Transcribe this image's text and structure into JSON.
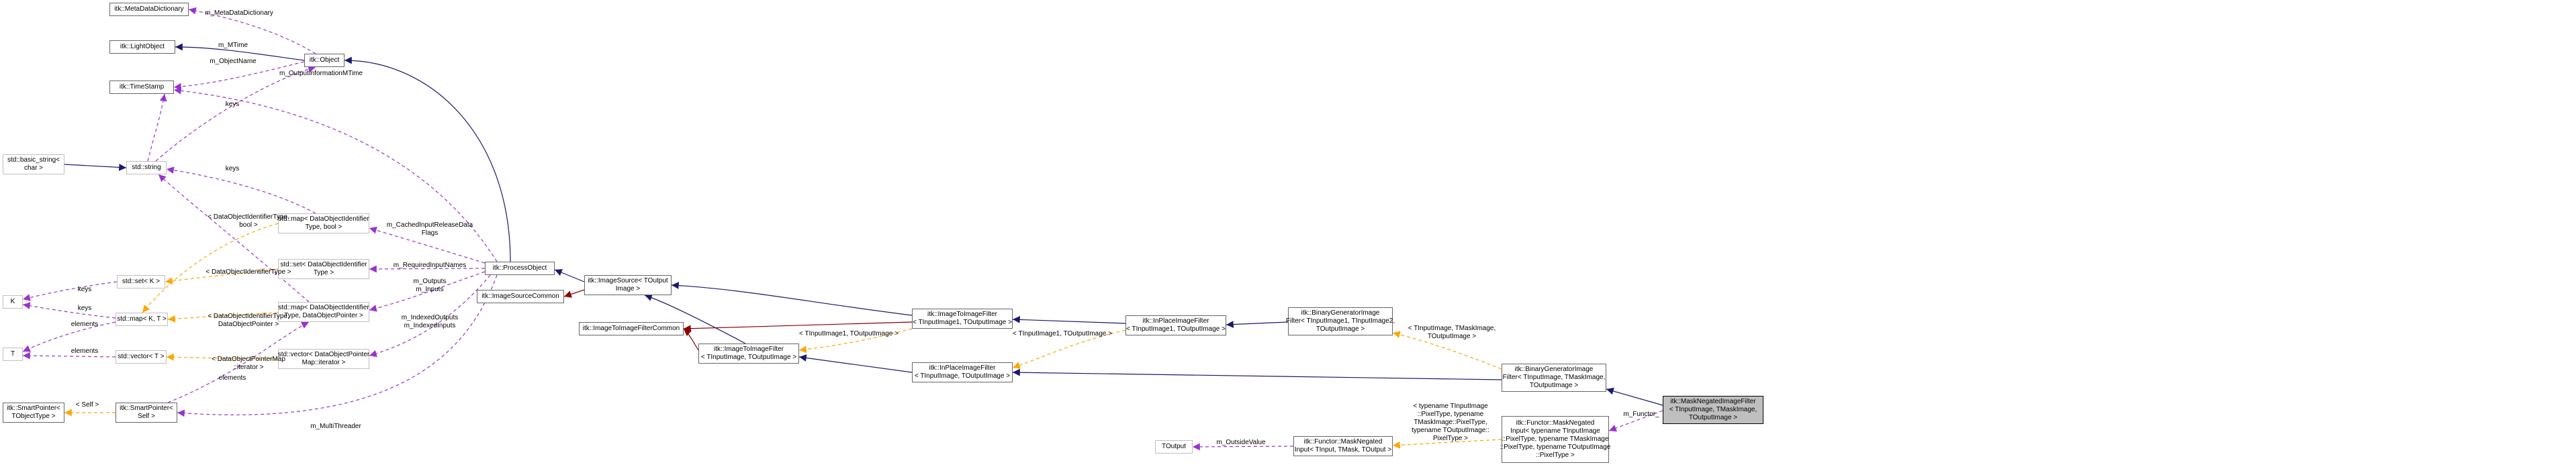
{
  "colors": {
    "inherit_public": "#191970",
    "inherit_protected": "#8b0000",
    "usage": "#9a32cd",
    "template": "#ffa500",
    "node_border": "#666666",
    "node_light_border": "#bfbfbf",
    "focus_fill": "#bfbfbf"
  },
  "nodes": {
    "meta_data_dictionary": [
      "itk::MetaDataDictionary"
    ],
    "light_object": [
      "itk::LightObject"
    ],
    "time_stamp": [
      "itk::TimeStamp"
    ],
    "object": [
      "itk::Object"
    ],
    "basic_string": [
      "std::basic_string<",
      "char >"
    ],
    "std_string": [
      "std::string"
    ],
    "map_identifier_bool": [
      "std::map< DataObjectIdentifier",
      "Type, bool >"
    ],
    "set_identifier": [
      "std::set< DataObjectIdentifier",
      "Type >"
    ],
    "map_identifier_pointer": [
      "std::map< DataObjectIdentifier",
      "Type, DataObjectPointer >"
    ],
    "vector_pointer_iterator": [
      "std::vector< DataObjectPointer",
      "Map::iterator >"
    ],
    "set_k": [
      "std::set< K >"
    ],
    "map_k_t": [
      "std::map< K, T >"
    ],
    "vector_t": [
      "std::vector< T >"
    ],
    "k": [
      "K"
    ],
    "t": [
      "T"
    ],
    "smart_pointer_toutput": [
      "itk::SmartPointer<",
      "TObjectType >"
    ],
    "smart_pointer_self": [
      "itk::SmartPointer<",
      "Self >"
    ],
    "process_object": [
      "itk::ProcessObject"
    ],
    "image_source_common": [
      "itk::ImageSourceCommon"
    ],
    "image_source": [
      "itk::ImageSource< TOutput",
      "Image >"
    ],
    "image_to_image_filter_common": [
      "itk::ImageToImageFilterCommon"
    ],
    "image_to_image_filter_tin": [
      "itk::ImageToImageFilter",
      "< TInputImage, TOutputImage >"
    ],
    "image_to_image_filter_tin1": [
      "itk::ImageToImageFilter",
      "< TInputImage1, TOutputImage >"
    ],
    "in_place_filter_tin": [
      "itk::InPlaceImageFilter",
      "< TInputImage, TOutputImage >"
    ],
    "in_place_filter_tin1": [
      "itk::InPlaceImageFilter",
      "< TInputImage1, TOutputImage >"
    ],
    "binary_generator_template": [
      "itk::BinaryGeneratorImage",
      "Filter< TInputImage1, TInputImage2,",
      "TOutputImage >"
    ],
    "binary_generator": [
      "itk::BinaryGeneratorImage",
      "Filter< TInputImage, TMaskImage,",
      "TOutputImage >"
    ],
    "mask_negated_filter": [
      "itk::MaskNegatedImageFilter",
      "< TInputImage, TMaskImage,",
      "TOutputImage >"
    ],
    "toutput": [
      "TOutput"
    ],
    "functor_template": [
      "itk::Functor::MaskNegated",
      "Input< TInput, TMask, TOutput >"
    ],
    "functor": [
      "itk::Functor::MaskNegated",
      "Input< typename TInputImage",
      "::PixelType, typename TMaskImage",
      "::PixelType, typename TOutputImage",
      "::PixelType >"
    ]
  },
  "edge_labels": {
    "m_meta_data_dictionary": [
      "m_MetaDataDictionary"
    ],
    "m_mtime": [
      "m_MTime"
    ],
    "m_object_name": [
      "m_ObjectName"
    ],
    "m_output_information_mtime": [
      "m_OutputInformationMTime"
    ],
    "keys_map_bool": [
      "keys"
    ],
    "keys_map_pointer": [
      "keys"
    ],
    "keys_set_k": [
      "keys"
    ],
    "keys_map_k": [
      "keys"
    ],
    "elements_map_t": [
      "elements"
    ],
    "elements_vector_t": [
      "elements"
    ],
    "elements_smart_self": [
      "elements"
    ],
    "m_cached_input_release": [
      "m_CachedInputReleaseData",
      "Flags"
    ],
    "m_required_input_names": [
      "m_RequiredInputNames"
    ],
    "m_outputs_inputs": [
      "m_Outputs",
      "m_Inputs"
    ],
    "m_indexed_outputs_inputs": [
      "m_IndexedOutputs",
      "m_IndexedInputs"
    ],
    "m_multi_threader": [
      "m_MultiThreader"
    ],
    "tmpl_bool": [
      "< DataObjectIdentifierType,",
      "bool >"
    ],
    "tmpl_identifier_type": [
      "< DataObjectIdentifierType >"
    ],
    "tmpl_pointer": [
      "< DataObjectIdentifierType,",
      "DataObjectPointer >"
    ],
    "tmpl_pointer_map_iter": [
      "< DataObjectPointerMap",
      "::iterator >"
    ],
    "tmpl_self": [
      "< Self >"
    ],
    "tmpl_tin1_tout_a": [
      "< TInputImage1, TOutputImage >"
    ],
    "tmpl_tin1_tout_b": [
      "< TInputImage1, TOutputImage >"
    ],
    "tmpl_binary": [
      "< TInputImage, TMaskImage,",
      "TOutputImage >"
    ],
    "m_outside_value": [
      "m_OutsideValue"
    ],
    "tmpl_functor": [
      "< typename TInputImage",
      "::PixelType, typename",
      "TMaskImage::PixelType,",
      "typename TOutputImage::",
      "PixelType >"
    ],
    "m_functor": [
      "m_Functor_"
    ]
  }
}
